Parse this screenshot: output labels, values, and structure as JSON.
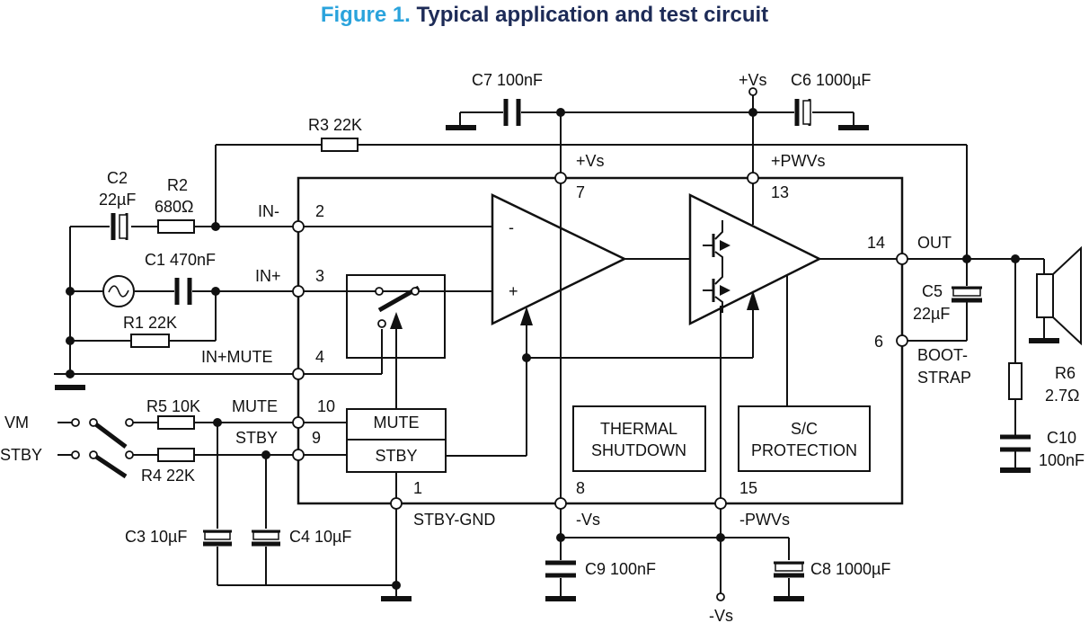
{
  "figure": {
    "number": "Figure 1.",
    "title": "Typical application and test circuit"
  },
  "ic": {
    "blocks": {
      "mute": "MUTE",
      "stby": "STBY",
      "thermal_line1": "THERMAL",
      "thermal_line2": "SHUTDOWN",
      "sc_line1": "S/C",
      "sc_line2": "PROTECTION"
    },
    "pins": {
      "in_minus_name": "IN-",
      "in_minus_num": "2",
      "in_plus_name": "IN+",
      "in_plus_num": "3",
      "in_plus_mute_name": "IN+MUTE",
      "in_plus_mute_num": "4",
      "mute_name": "MUTE",
      "mute_num": "10",
      "stby_name": "STBY",
      "stby_num": "9",
      "stby_gnd_num": "1",
      "stby_gnd_name": "STBY-GND",
      "neg_vs_num": "8",
      "neg_vs_name": "-Vs",
      "neg_pwvs_num": "15",
      "neg_pwvs_name": "-PWVs",
      "pos_vs_name": "+Vs",
      "pos_vs_num": "7",
      "pos_pwvs_name": "+PWVs",
      "pos_pwvs_num": "13",
      "out_num": "14",
      "out_name": "OUT",
      "bootstrap_num": "6",
      "bootstrap_line1": "BOOT-",
      "bootstrap_line2": "STRAP"
    },
    "opamp_signs": {
      "minus": "-",
      "plus": "+"
    }
  },
  "components": {
    "c7": "C7 100nF",
    "c6": "C6 1000µF",
    "top_vs": "+Vs",
    "r3": "R3 22K",
    "c2_name": "C2",
    "c2_value": "22µF",
    "r2_name": "R2",
    "r2_value": "680Ω",
    "c1": "C1 470nF",
    "r1": "R1 22K",
    "vm": "VM",
    "vstby": "VSTBY",
    "r5": "R5 10K",
    "r4": "R4 22K",
    "c3": "C3 10µF",
    "c4": "C4 10µF",
    "c9": "C9 100nF",
    "c8": "C8 1000µF",
    "bottom_vs": "-Vs",
    "c5_name": "C5",
    "c5_value": "22µF",
    "r6_name": "R6",
    "r6_value": "2.7Ω",
    "c10_name": "C10",
    "c10_value": "100nF"
  },
  "colors": {
    "title_number": "#2aa3dc",
    "title_text": "#1d2b57",
    "wire": "#111111",
    "ground": "#111111"
  },
  "icons": [
    "ground-symbol-icon",
    "ac-source-icon",
    "speaker-icon",
    "switch-icon",
    "transistor-icon",
    "capacitor-icon",
    "resistor-icon"
  ]
}
